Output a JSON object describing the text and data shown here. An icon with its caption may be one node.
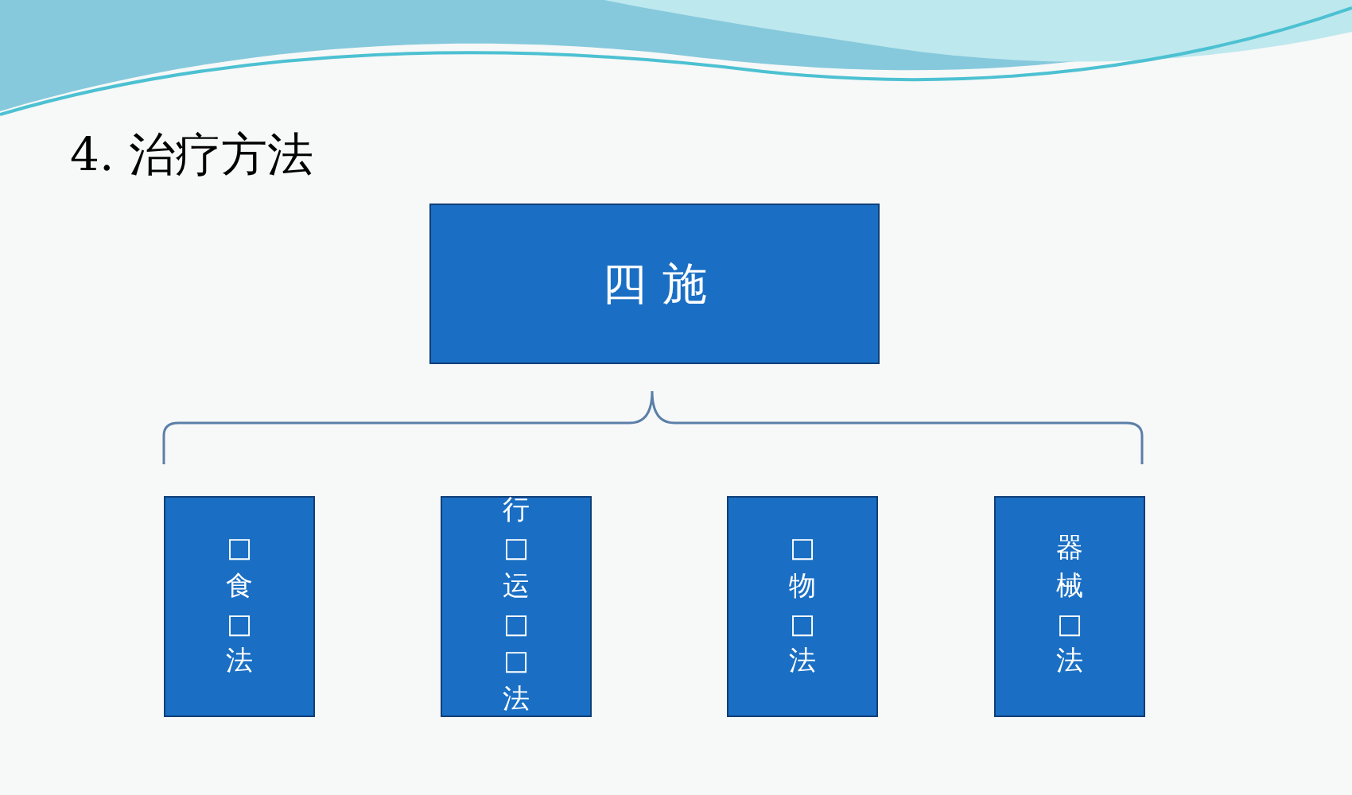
{
  "diagram": {
    "title": "4. 治疗方法",
    "nodes": [
      {
        "text": [
          "四施"
        ]
      },
      {
        "text": [
          "□食□法"
        ]
      },
      {
        "text": [
          "行□运□□法"
        ]
      },
      {
        "text": [
          "□物□法"
        ]
      },
      {
        "text": [
          "器械□法"
        ]
      }
    ]
  }
}
